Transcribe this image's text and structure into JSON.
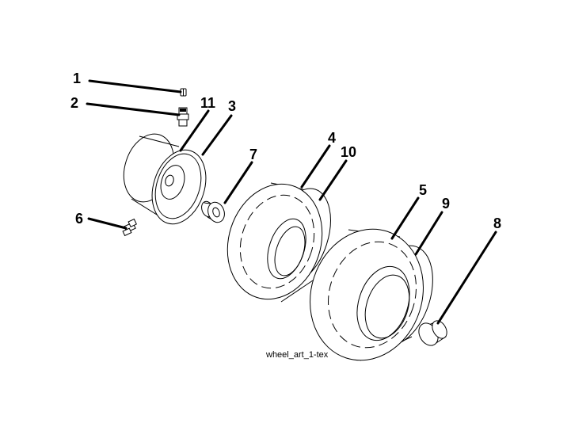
{
  "diagram": {
    "caption": "wheel_art_1-tex",
    "colors": {
      "ink": "#000000",
      "paper": "#ffffff"
    },
    "callouts": [
      {
        "id": "c1",
        "label": "1"
      },
      {
        "id": "c2",
        "label": "2"
      },
      {
        "id": "c11",
        "label": "11"
      },
      {
        "id": "c3",
        "label": "3"
      },
      {
        "id": "c4",
        "label": "4"
      },
      {
        "id": "c10",
        "label": "10"
      },
      {
        "id": "c7",
        "label": "7"
      },
      {
        "id": "c6",
        "label": "6"
      },
      {
        "id": "c5",
        "label": "5"
      },
      {
        "id": "c9",
        "label": "9"
      },
      {
        "id": "c8",
        "label": "8"
      }
    ]
  }
}
